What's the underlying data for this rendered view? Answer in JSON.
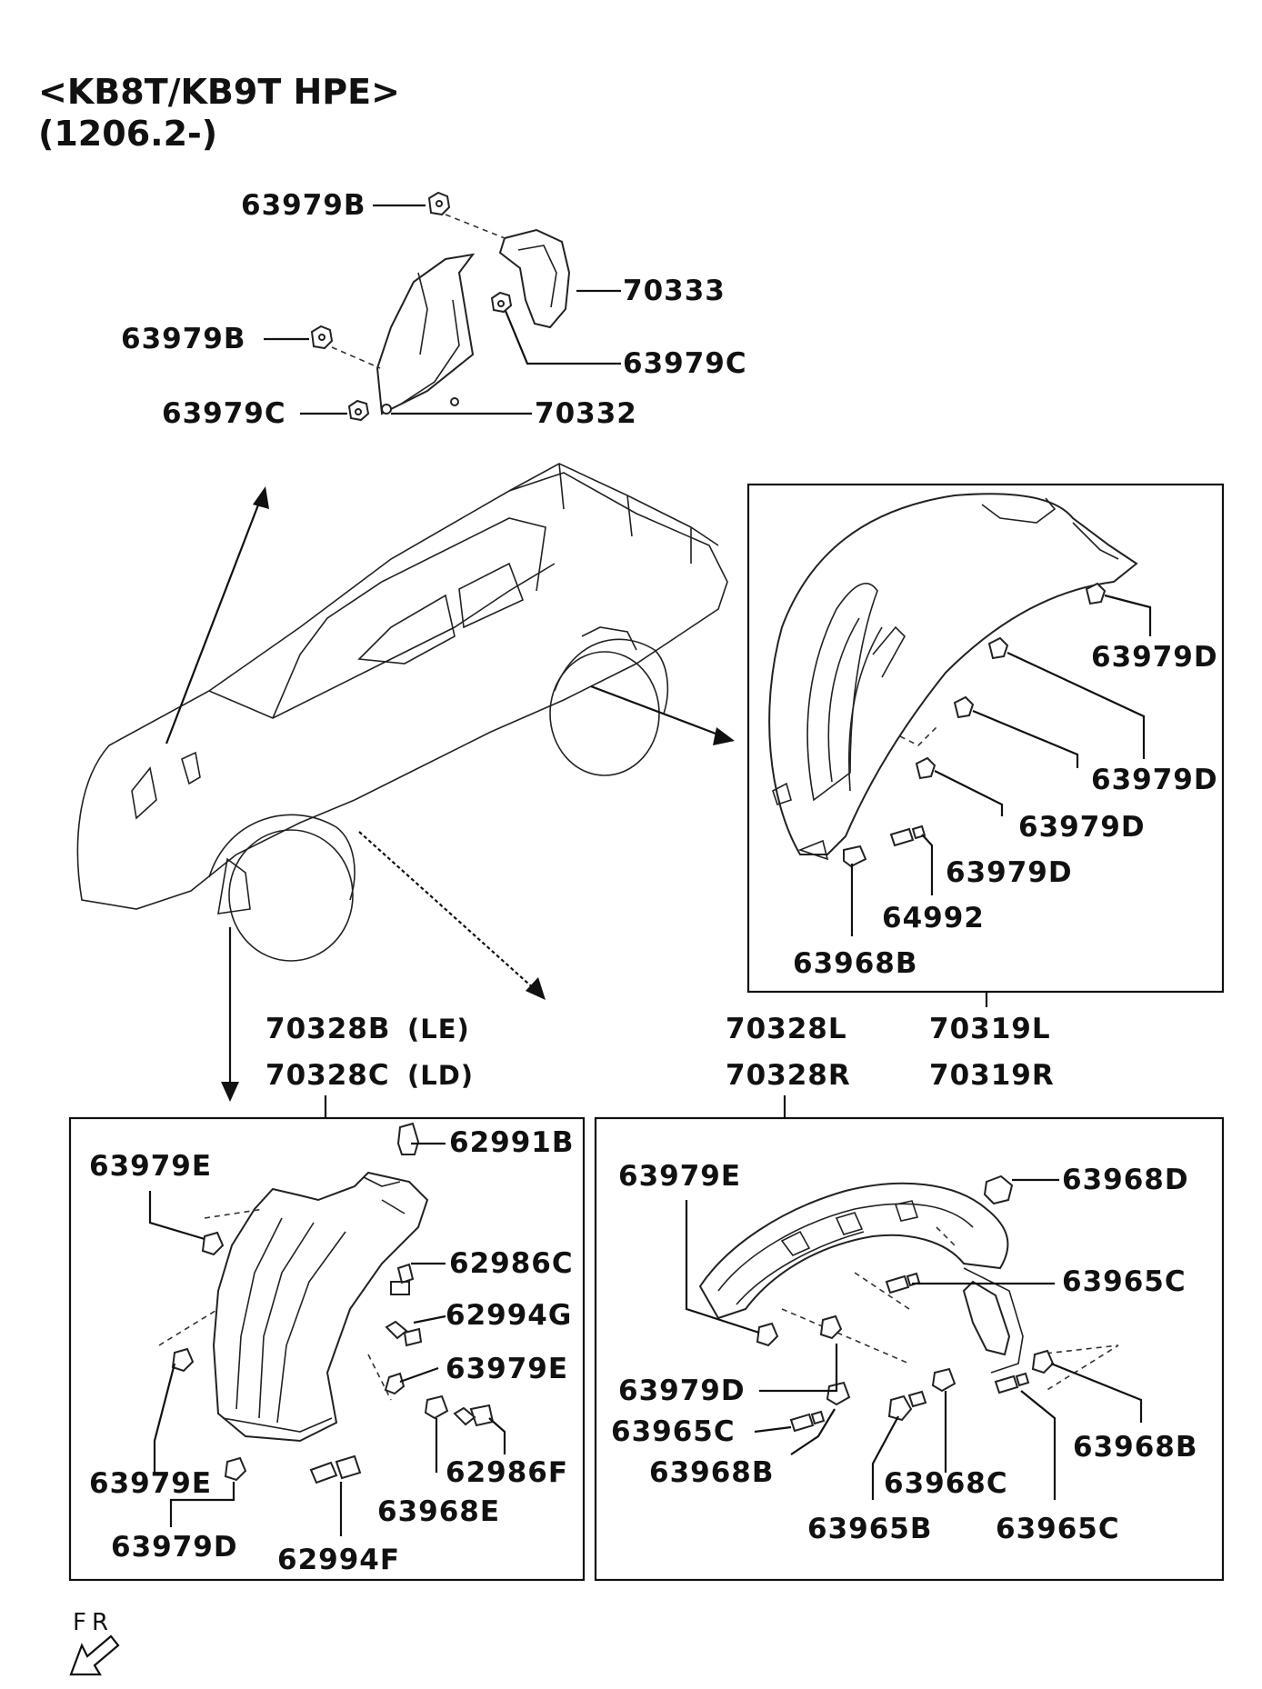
{
  "header": {
    "model": "<KB8T/KB9T HPE>",
    "date_range": "(1206.2-)"
  },
  "top_group": {
    "labels": [
      "63979B",
      "63979B",
      "63979C",
      "70333",
      "63979C",
      "70332"
    ]
  },
  "rear_box": {
    "labels": [
      "63979D",
      "63979D",
      "63979D",
      "63979D",
      "64992",
      "63968B"
    ],
    "caption": [
      "70319L",
      "70319R"
    ]
  },
  "front_left_caption": {
    "line1": "70328B",
    "line1_suffix": "(LE)",
    "line2": "70328C",
    "line2_suffix": "(LD)"
  },
  "front_right_caption": [
    "70328L",
    "70328R"
  ],
  "front_left_box": {
    "labels": [
      "63979E",
      "62991B",
      "62986C",
      "62994G",
      "63979E",
      "63979E",
      "62986F",
      "63968E",
      "63979D",
      "62994F"
    ]
  },
  "front_right_box": {
    "labels": [
      "63979E",
      "63968D",
      "63965C",
      "63979D",
      "63965C",
      "63968B",
      "63968B",
      "63968C",
      "63965B",
      "63965C"
    ]
  },
  "orientation": {
    "label": "FR"
  }
}
